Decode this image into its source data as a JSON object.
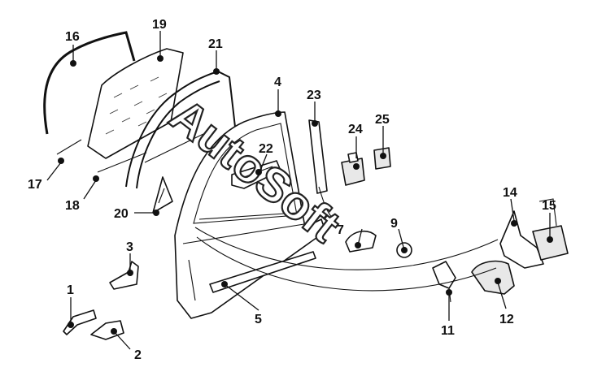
{
  "watermark": "AutoSoft",
  "callouts": [
    {
      "id": "c1",
      "label": "1"
    },
    {
      "id": "c2",
      "label": "2"
    },
    {
      "id": "c3",
      "label": "3"
    },
    {
      "id": "c4",
      "label": "4"
    },
    {
      "id": "c5",
      "label": "5"
    },
    {
      "id": "c7",
      "label": "7"
    },
    {
      "id": "c9",
      "label": "9"
    },
    {
      "id": "c11",
      "label": "11"
    },
    {
      "id": "c12",
      "label": "12"
    },
    {
      "id": "c14",
      "label": "14"
    },
    {
      "id": "c15",
      "label": "15"
    },
    {
      "id": "c16",
      "label": "16"
    },
    {
      "id": "c17",
      "label": "17"
    },
    {
      "id": "c18",
      "label": "18"
    },
    {
      "id": "c19",
      "label": "19"
    },
    {
      "id": "c20",
      "label": "20"
    },
    {
      "id": "c21",
      "label": "21"
    },
    {
      "id": "c22",
      "label": "22"
    },
    {
      "id": "c23",
      "label": "23"
    },
    {
      "id": "c24",
      "label": "24"
    },
    {
      "id": "c25",
      "label": "25"
    }
  ]
}
